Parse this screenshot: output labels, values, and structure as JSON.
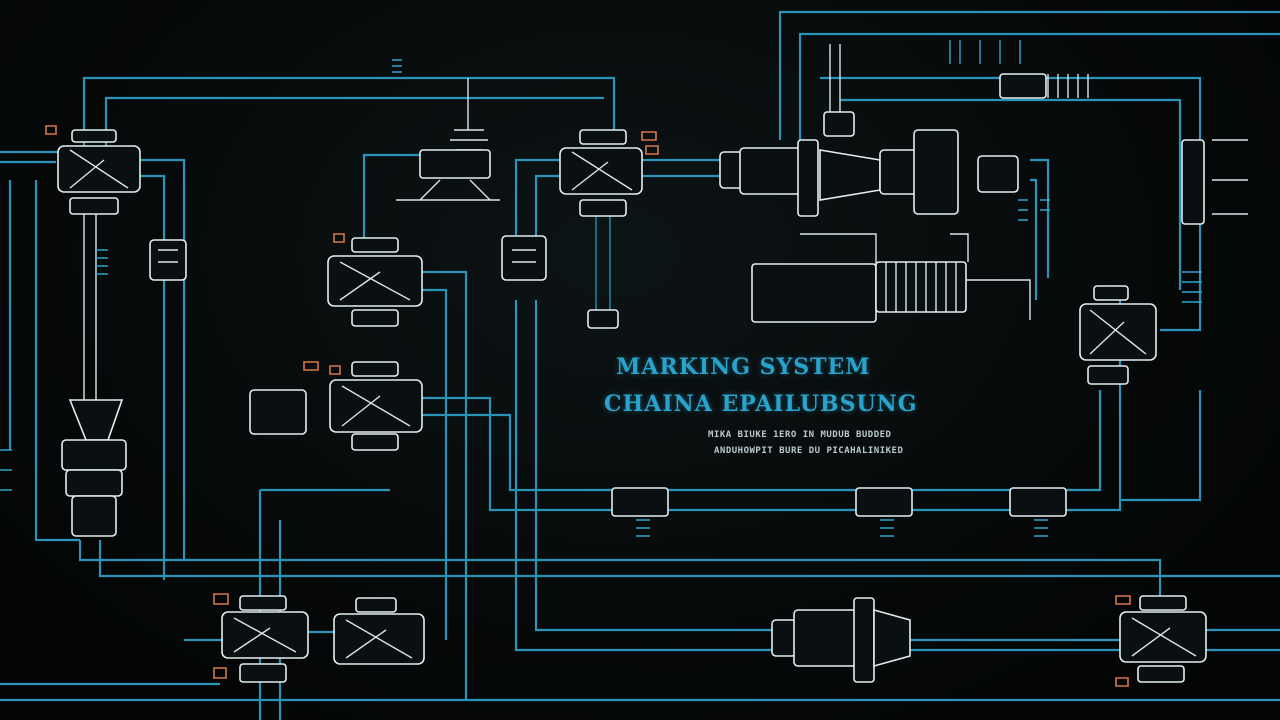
{
  "diagram": {
    "title": "MARKING SYSTEM",
    "subtitle": "CHAINA EPAILUBSUNG",
    "notes": [
      "MIKA BIUKE 1ERO IN MUDUB BUDDED",
      "ANDUHOWPIT BURE DU PICAHALINIKED"
    ]
  },
  "colors": {
    "background": "#050708",
    "pipe": "#2a93b8",
    "component_line": "#e3eef1",
    "accent": "#d8764a",
    "title_text": "#2aa3cc"
  }
}
